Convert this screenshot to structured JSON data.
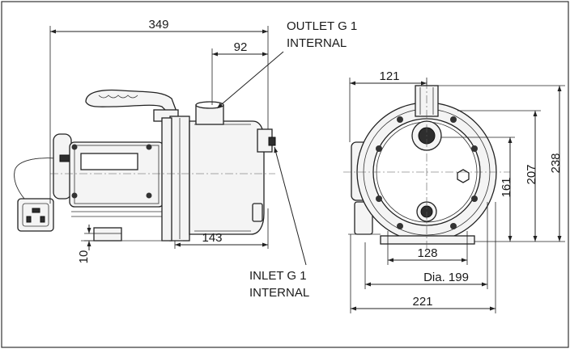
{
  "dimensions": {
    "overall_length": "349",
    "outlet_offset": "92",
    "base_to_inlet": "143",
    "base_height": "10",
    "front_half_width": "121",
    "front_height_161": "161",
    "front_height_207": "207",
    "front_height_238": "238",
    "base_hole_spacing": "128",
    "diameter": "Dia. 199",
    "front_overall_width": "221"
  },
  "labels": {
    "outlet_line1": "OUTLET G 1",
    "outlet_line2": "INTERNAL",
    "inlet_line1": "INLET G 1",
    "inlet_line2": "INTERNAL"
  }
}
